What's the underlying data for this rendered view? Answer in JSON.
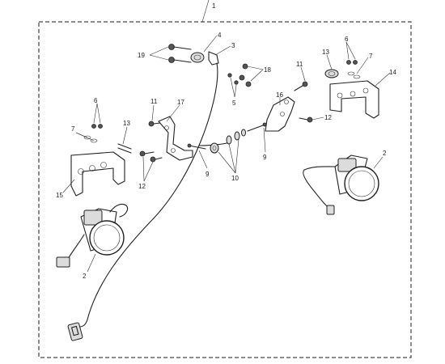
{
  "callouts": {
    "c1": "1",
    "c2a": "2",
    "c2b": "2",
    "c3": "3",
    "c4": "4",
    "c5": "5",
    "c6a": "6",
    "c6b": "6",
    "c7a": "7",
    "c7b": "7",
    "c9a": "9",
    "c9b": "9",
    "c10": "10",
    "c11a": "11",
    "c11b": "11",
    "c12a": "12",
    "c12b": "12",
    "c13a": "13",
    "c13b": "13",
    "c14": "14",
    "c15": "15",
    "c16": "16",
    "c17": "17",
    "c18": "18",
    "c19": "19"
  }
}
